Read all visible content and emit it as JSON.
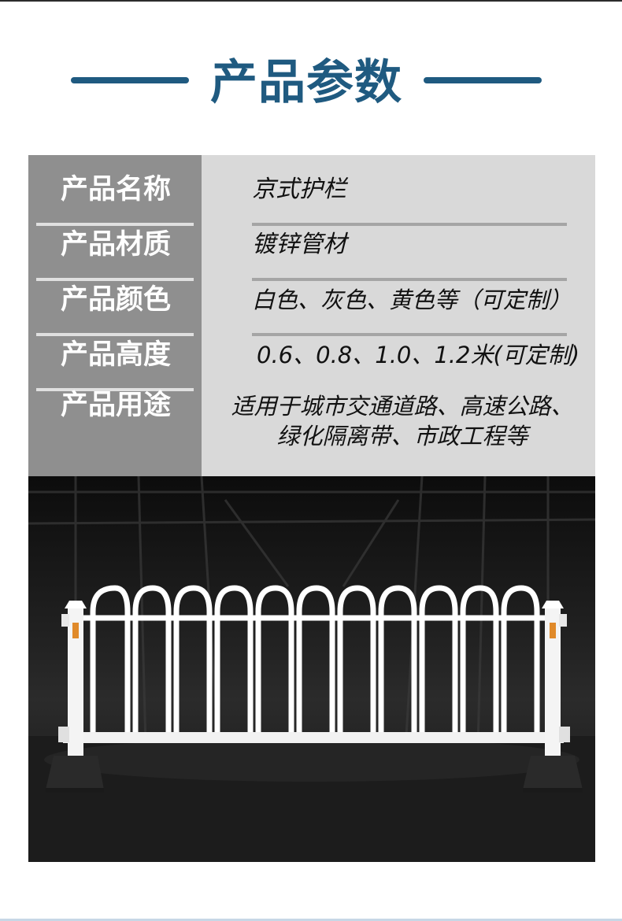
{
  "heading": {
    "title": "产品参数"
  },
  "specs": [
    {
      "label": "产品名称",
      "value": "京式护栏"
    },
    {
      "label": "产品材质",
      "value": "镀锌管材"
    },
    {
      "label": "产品颜色",
      "value": "白色、灰色、黄色等（可定制）"
    },
    {
      "label": "产品高度",
      "value": "0.6、0.8、1.0、1.2米(可定制)"
    },
    {
      "label": "产品用途",
      "value_line1": "适用于城市交通道路、高速公路、",
      "value_line2": "绿化隔离带、市政工程等"
    }
  ],
  "colors": {
    "accent": "#1f5a80",
    "label_bg": "#8f8f8f",
    "value_bg": "#d9d9d9",
    "photo_bg": "#1a1a1a",
    "railing": "#ffffff",
    "base": "#2a2a2a"
  }
}
